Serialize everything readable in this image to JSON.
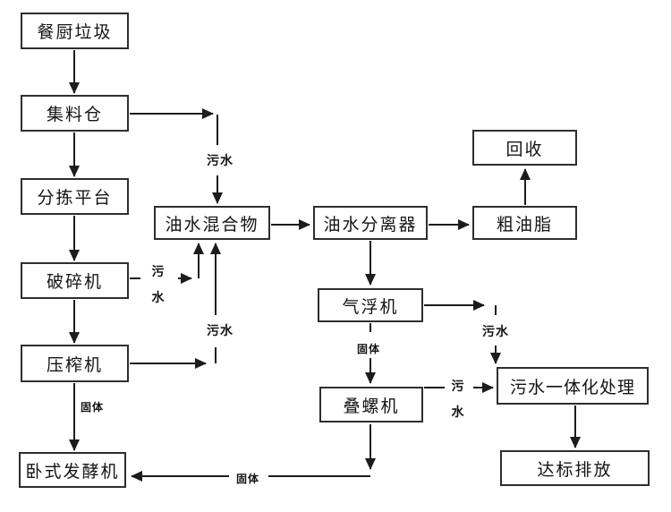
{
  "diagram": {
    "background": "#ffffff",
    "line_color": "#1c1c1c",
    "box_border_color": "#2e2e2e",
    "nodes": {
      "kitchen_waste": "餐厨垃圾",
      "collection_bin": "集料仓",
      "sorting_platform": "分拣平台",
      "crusher": "破碎机",
      "press": "压榨机",
      "horizontal_fermenter": "卧式发酵机",
      "oil_water_mixture": "油水混合物",
      "oil_water_separator": "油水分离器",
      "recycle": "回收",
      "crude_grease": "粗油脂",
      "air_flotation": "气浮机",
      "screw_stack_press": "叠螺机",
      "integrated_sewage_treatment": "污水一体化处理",
      "compliant_discharge": "达标排放"
    },
    "edge_labels": {
      "sewage_bin_to_mixture": "污水",
      "sewage_crusher_to_mixture": "污\n水",
      "sewage_press_to_mixture": "污水",
      "sewage_flotation_to_treatment": "污水",
      "sewage_screw_to_treatment": "污\n水",
      "solid_press_to_fermenter": "固体",
      "solid_flotation_to_screw": "固体",
      "solid_screw_to_fermenter": "固体"
    }
  }
}
